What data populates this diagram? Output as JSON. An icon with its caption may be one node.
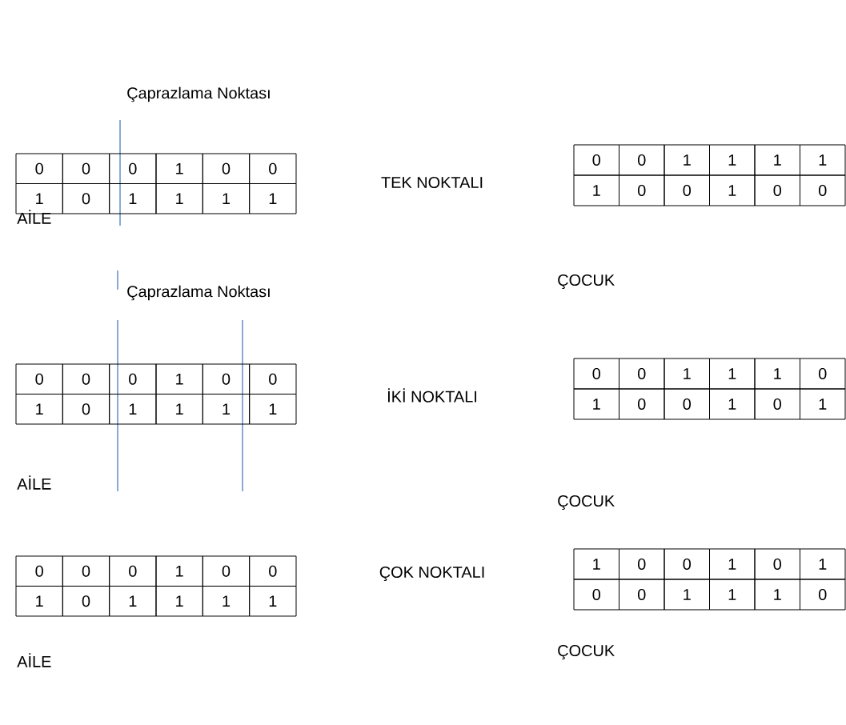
{
  "diagram": {
    "labels": [
      "Çaprazlama Noktası",
      "0",
      "0",
      "0",
      "1",
      "0",
      "0",
      "1",
      "0",
      "1",
      "1",
      "1",
      "1",
      "TEK NOKTALI",
      "0",
      "0",
      "1",
      "1",
      "1",
      "1",
      "1",
      "0",
      "0",
      "1",
      "0",
      "0",
      "AİLE",
      "ÇOCUK",
      "Çaprazlama Noktası",
      "0",
      "0",
      "0",
      "1",
      "0",
      "0",
      "1",
      "0",
      "1",
      "1",
      "1",
      "1",
      "İKİ NOKTALI",
      "0",
      "0",
      "1",
      "1",
      "1",
      "0",
      "1",
      "0",
      "0",
      "1",
      "0",
      "1",
      "AİLE",
      "ÇOCUK",
      "0",
      "0",
      "0",
      "1",
      "0",
      "0",
      "1",
      "0",
      "1",
      "1",
      "1",
      "1",
      "ÇOK NOKTALI",
      "1",
      "0",
      "0",
      "1",
      "0",
      "1",
      "0",
      "0",
      "1",
      "1",
      "1",
      "0",
      "AİLE",
      "ÇOCUK"
    ]
  }
}
